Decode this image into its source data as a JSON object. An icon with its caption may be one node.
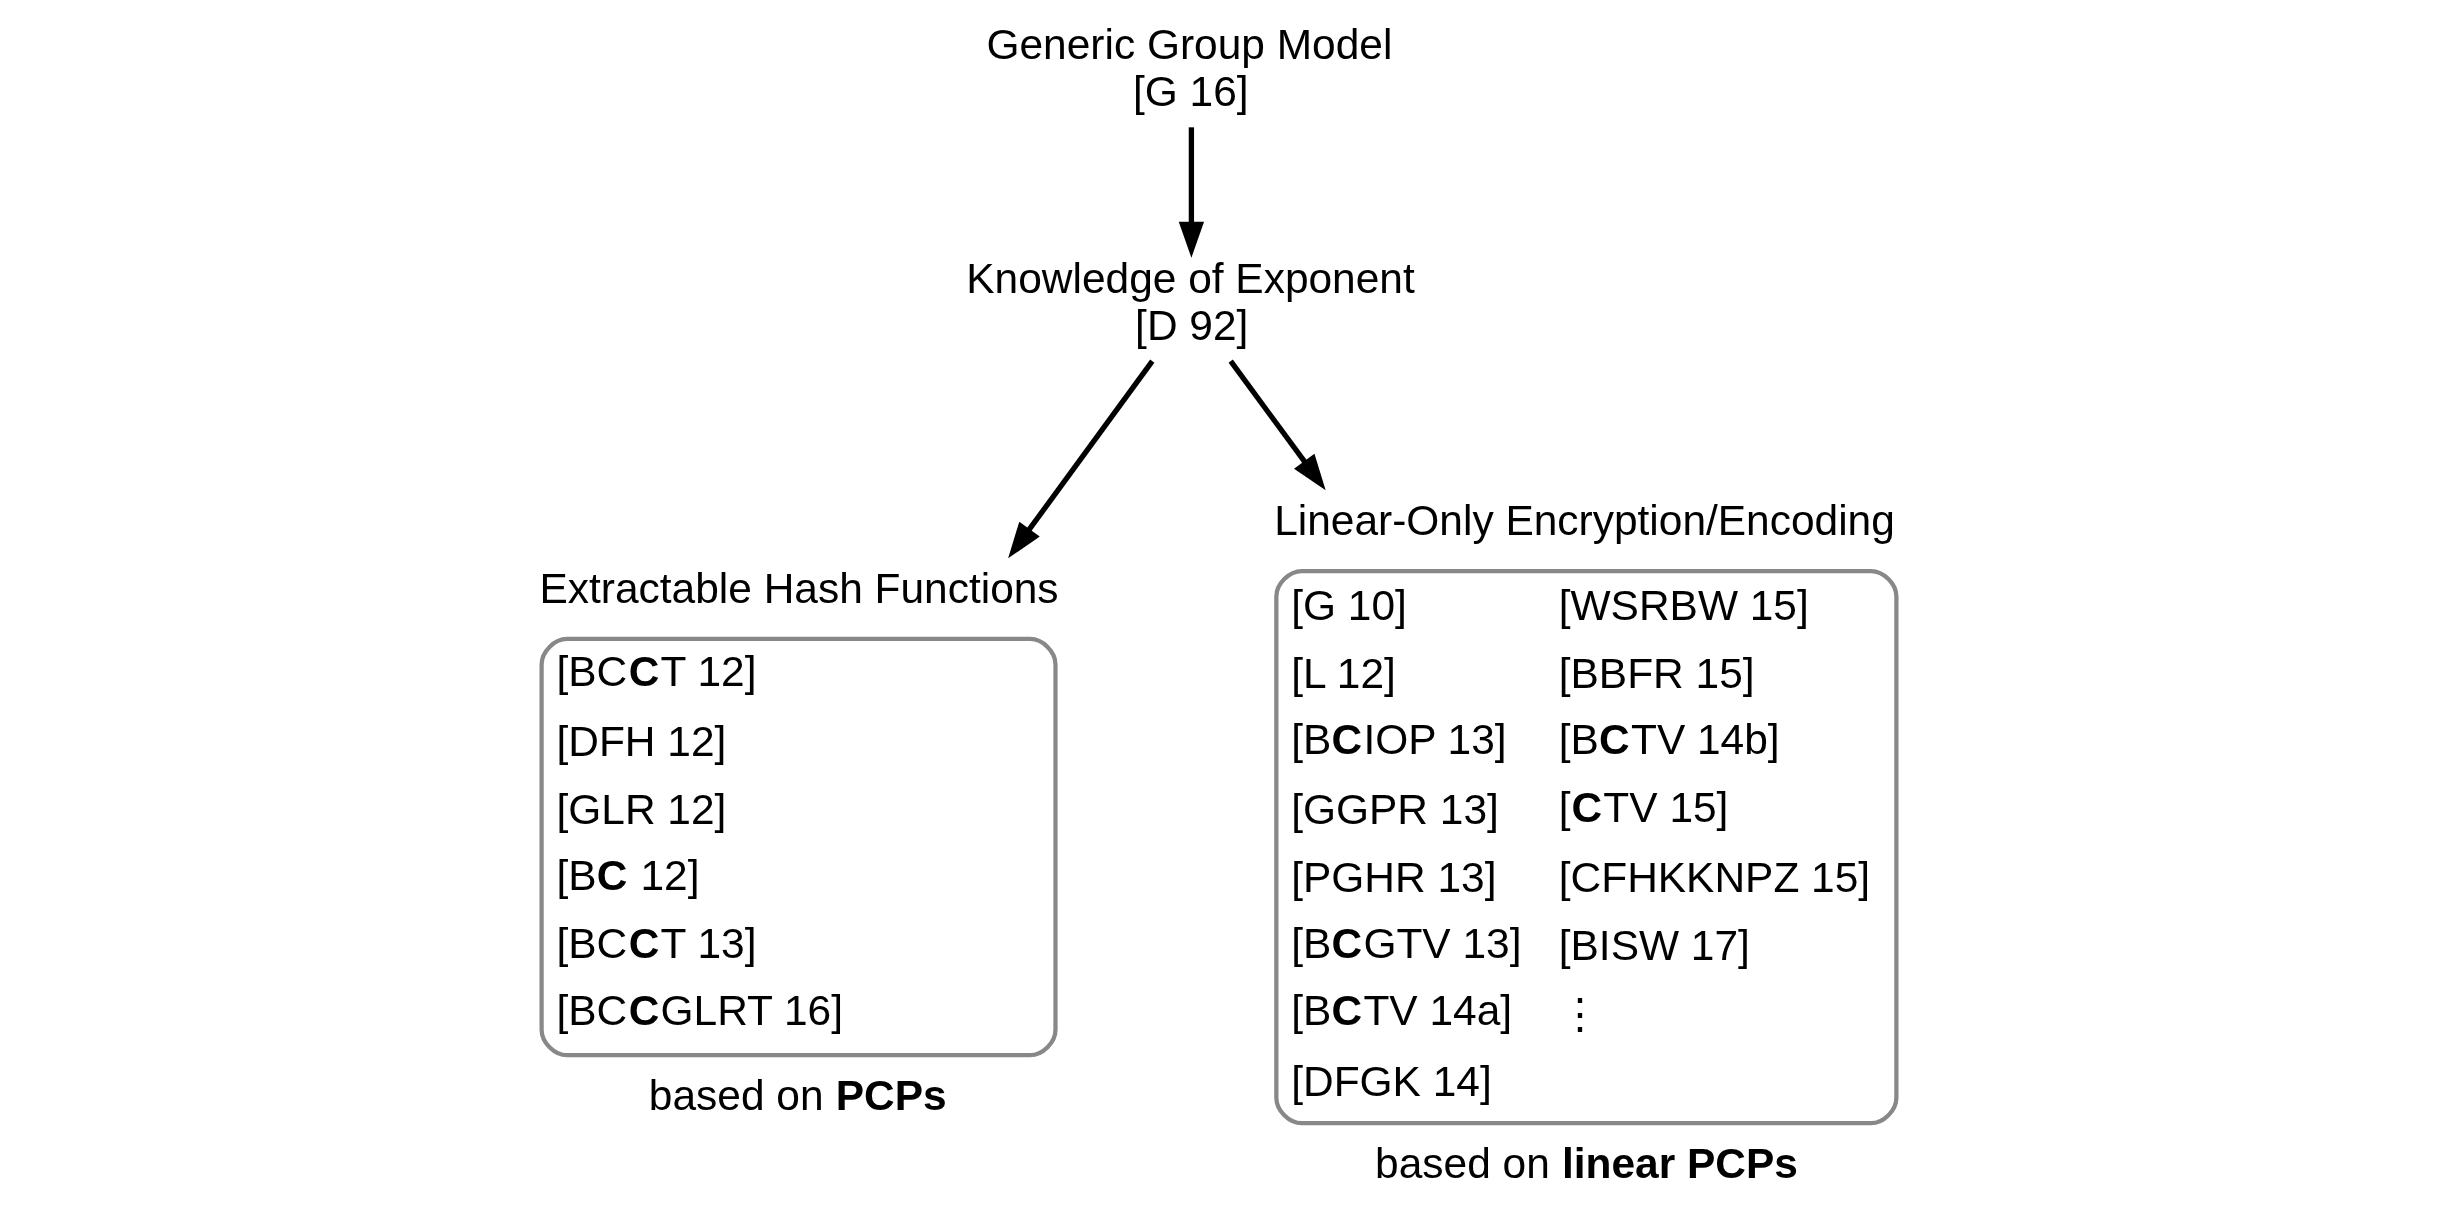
{
  "diagram": {
    "nodes": [
      {
        "text": [
          "Generic Group Model",
          "[G 16]"
        ]
      },
      {
        "text": [
          "Knowledge of Exponent",
          "[D 92]"
        ]
      },
      {
        "text": [
          "Extractable Hash Functions",
          "[BC**C**T 12]",
          "[DFH 12]",
          "[GLR 12]",
          "[B**C** 12]",
          "[BC**C**T 13]",
          "[BC**C**GLRT 16]"
        ],
        "beside": [
          "based on **PCPs**"
        ]
      },
      {
        "text": [
          "Linear-Only Encryption/Encoding",
          "[G 10]",
          "[L 12]",
          "[B**C**IOP 13]",
          "[GGPR 13]",
          "[PGHR 13]",
          "[B**C**GTV 13]",
          "[B**C**TV 14a]",
          "[DFGK 14]",
          "[WSRBW 15]",
          "[BBFR 15]",
          "[B**C**TV 14b]",
          "[**C**TV 15]",
          "[CFHKKNPZ 15]",
          "[BISW 17]",
          "⋮"
        ],
        "beside": [
          "based on **linear PCPs**"
        ]
      }
    ],
    "edges": [
      {
        "from": 0,
        "to": 1,
        "arrow": "to"
      },
      {
        "from": 1,
        "to": 2,
        "arrow": "to"
      },
      {
        "from": 1,
        "to": 3,
        "arrow": "to"
      }
    ]
  }
}
